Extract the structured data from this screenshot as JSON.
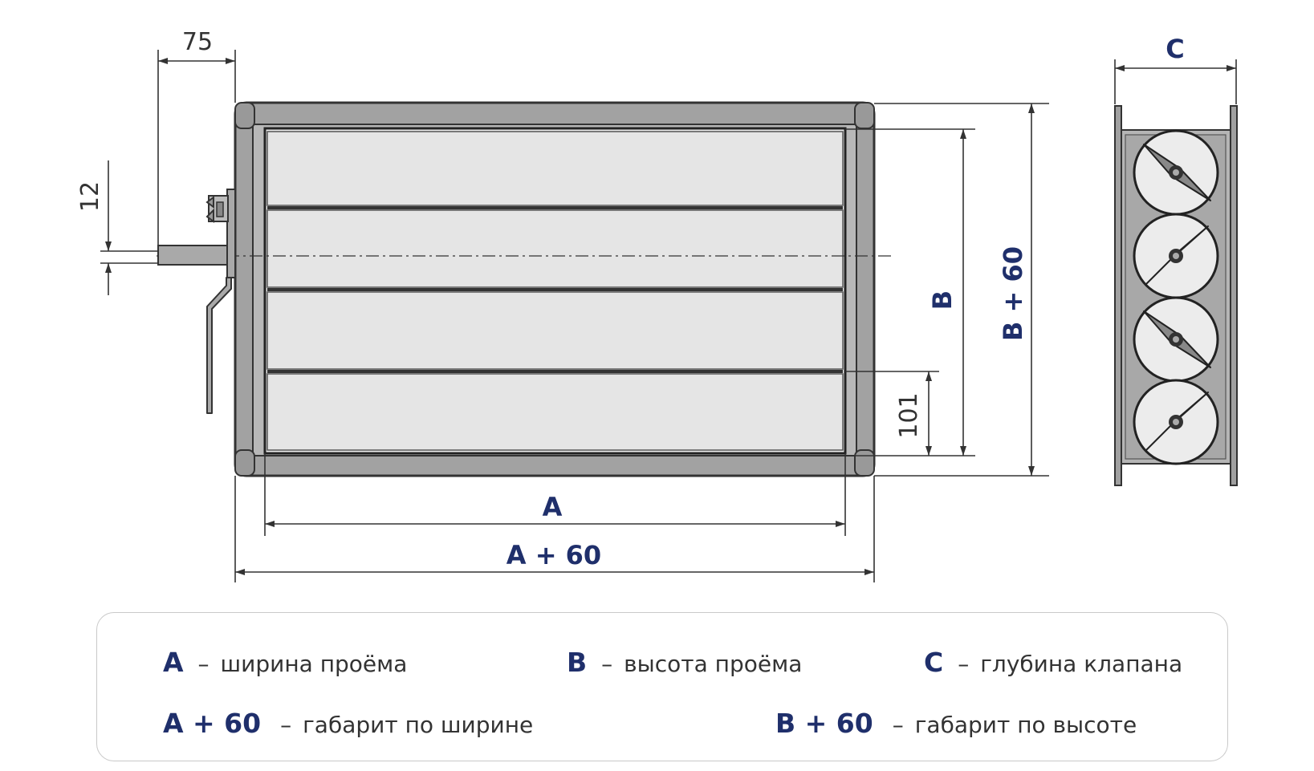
{
  "dims": {
    "d75": "75",
    "d12": "12",
    "dA": "A",
    "dA60": "A + 60",
    "dB": "B",
    "dB60": "B + 60",
    "d101": "101",
    "dC": "C"
  },
  "legend": [
    {
      "key": "A",
      "dash": "–",
      "desc": "ширина проёма"
    },
    {
      "key": "B",
      "dash": "–",
      "desc": "высота проёма"
    },
    {
      "key": "C",
      "dash": "–",
      "desc": "глубина клапана"
    },
    {
      "key": "A + 60",
      "dash": "–",
      "desc": "габарит по ширине"
    },
    {
      "key": "B + 60",
      "dash": "–",
      "desc": "габарит по высоте"
    }
  ],
  "colors": {
    "frame": "#a2a2a2",
    "blade": "#e6e6e6",
    "outline": "#333333",
    "accent": "#1f2f6b",
    "dim_line": "#333333"
  }
}
